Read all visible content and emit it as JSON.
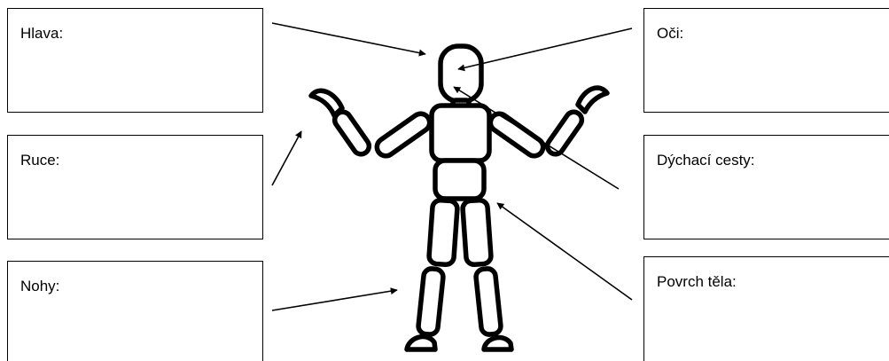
{
  "labels": {
    "hlava": "Hlava:",
    "ruce": "Ruce:",
    "nohy": "Nohy:",
    "oci": "Oči:",
    "dychaci_cesty": "Dýchací cesty:",
    "povrch_tela": "Povrch těla:"
  },
  "colors": {
    "stroke": "#000000",
    "background": "#ffffff"
  }
}
